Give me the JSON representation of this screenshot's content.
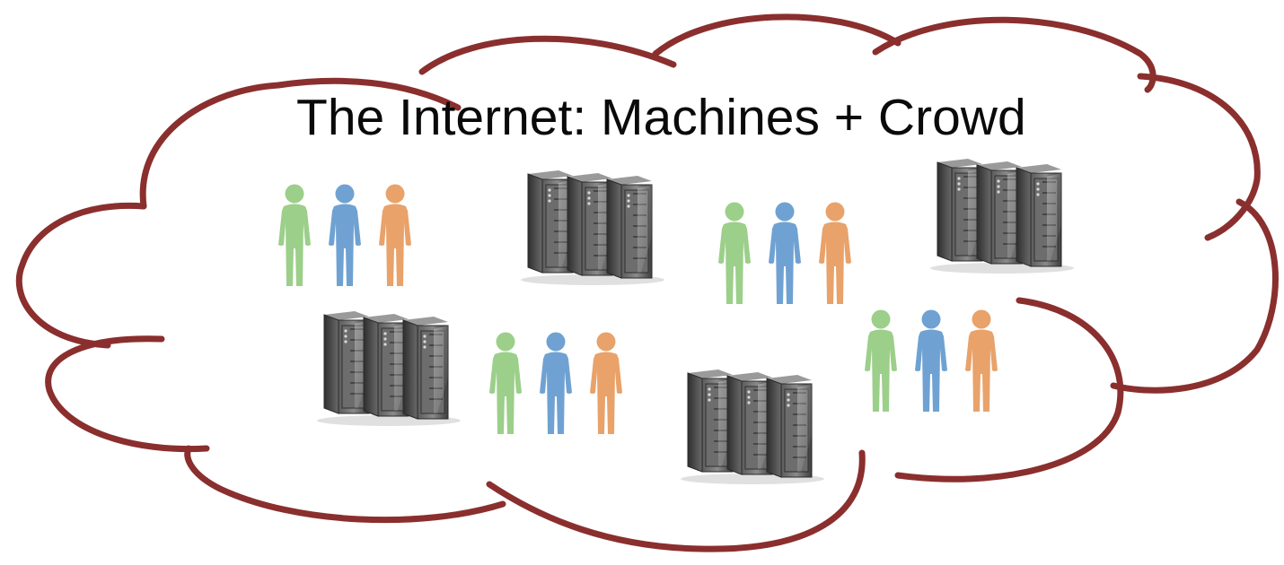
{
  "title": "The Internet: Machines + Crowd",
  "colors": {
    "cloud_outline": "#8a2f2e",
    "person_green": "#9ccf8a",
    "person_blue": "#6fa2d2",
    "person_orange": "#e8a26a",
    "server_body": "#4a4a4a"
  },
  "groups": [
    {
      "kind": "crowd",
      "people": [
        "green",
        "blue",
        "orange"
      ]
    },
    {
      "kind": "machines",
      "racks": 3
    },
    {
      "kind": "crowd",
      "people": [
        "green",
        "blue",
        "orange"
      ]
    },
    {
      "kind": "machines",
      "racks": 3
    },
    {
      "kind": "machines",
      "racks": 3
    },
    {
      "kind": "crowd",
      "people": [
        "green",
        "blue",
        "orange"
      ]
    },
    {
      "kind": "machines",
      "racks": 3
    },
    {
      "kind": "crowd",
      "people": [
        "green",
        "blue",
        "orange"
      ]
    }
  ]
}
